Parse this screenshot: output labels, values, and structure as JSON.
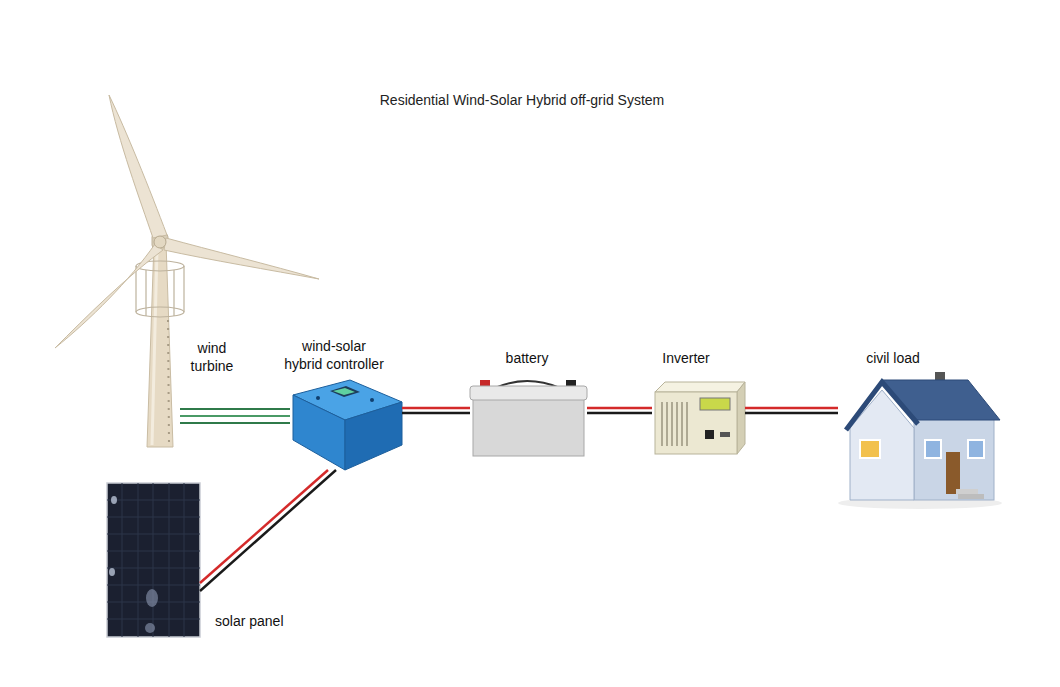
{
  "diagram": {
    "title": "Residential Wind-Solar Hybrid off-grid System",
    "nodes": [
      {
        "text": [
          "wind turbine"
        ]
      },
      {
        "text": [
          "wind-solar hybrid controller"
        ]
      },
      {
        "text": [
          "battery"
        ]
      },
      {
        "text": [
          "Inverter"
        ]
      },
      {
        "text": [
          "civil load"
        ]
      },
      {
        "text": [
          "solar panel"
        ]
      }
    ],
    "edges": [
      {
        "from": 0,
        "to": 1,
        "arrow": "none"
      },
      {
        "from": 1,
        "to": 2,
        "arrow": "none"
      },
      {
        "from": 2,
        "to": 3,
        "arrow": "none"
      },
      {
        "from": 3,
        "to": 4,
        "arrow": "none"
      },
      {
        "from": 5,
        "to": 1,
        "arrow": "none"
      }
    ]
  }
}
